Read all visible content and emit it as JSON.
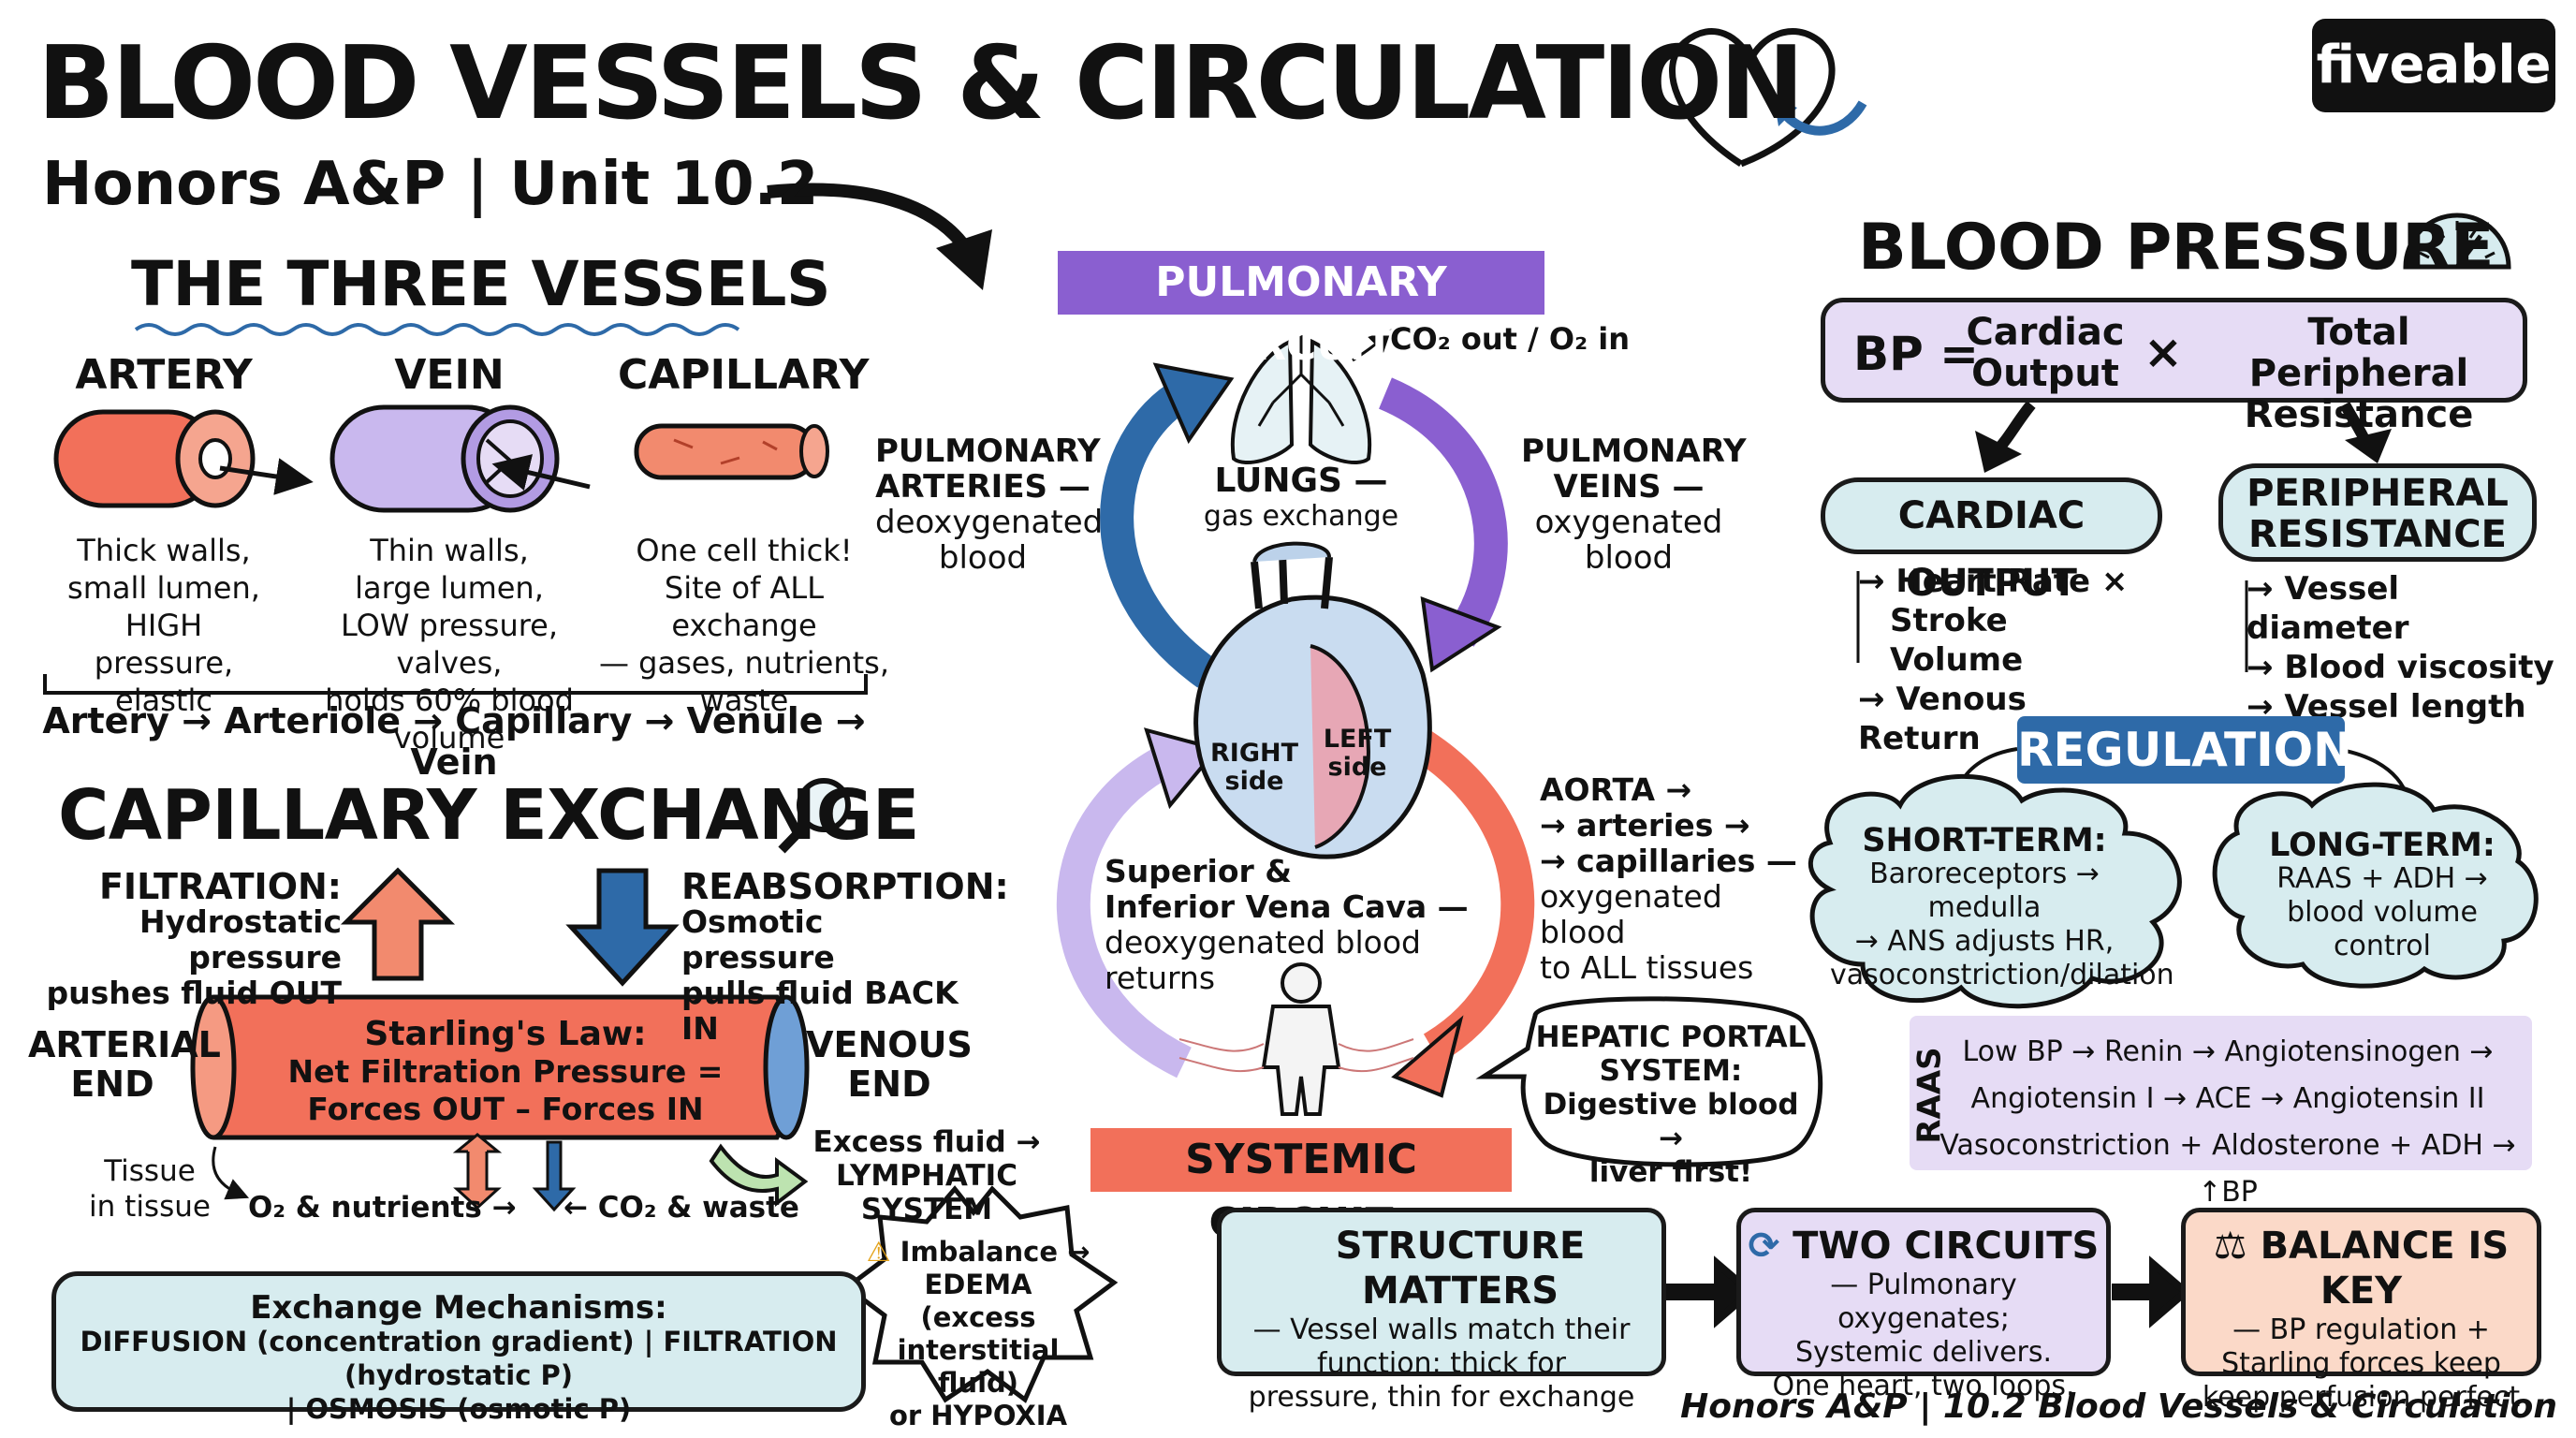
{
  "header": {
    "title": "BLOOD VESSELS & CIRCULATION",
    "subtitle": "Honors A&P | Unit 10.2",
    "brand": "fiveable"
  },
  "three_vessels": {
    "heading": "THE THREE VESSELS",
    "artery": {
      "label": "ARTERY",
      "desc": [
        "Thick walls,",
        "small lumen,",
        "HIGH pressure,",
        "elastic"
      ]
    },
    "vein": {
      "label": "VEIN",
      "desc": [
        "Thin walls,",
        "large lumen,",
        "LOW pressure, valves,",
        "holds 60% blood volume"
      ]
    },
    "capillary": {
      "label": "CAPILLARY",
      "desc": [
        "One cell thick!",
        "Site of ALL exchange",
        "— gases, nutrients,",
        "waste"
      ]
    },
    "flow": "Artery → Arteriole → Capillary → Venule → Vein"
  },
  "capillary_exchange": {
    "heading": "CAPILLARY EXCHANGE",
    "filtration": [
      "FILTRATION:",
      "Hydrostatic pressure",
      "pushes fluid OUT"
    ],
    "reabsorption": [
      "REABSORPTION:",
      "Osmotic pressure",
      "pulls fluid BACK IN"
    ],
    "arterial_end": [
      "ARTERIAL",
      "END"
    ],
    "venous_end": [
      "VENOUS",
      "END"
    ],
    "starling": [
      "Starling's Law:",
      "Net Filtration Pressure =",
      "Forces OUT – Forces IN"
    ],
    "tissue": [
      "Tissue",
      "in tissue"
    ],
    "o2": "O₂ & nutrients →",
    "co2": "← CO₂ & waste",
    "lymph": [
      "Excess fluid →",
      "LYMPHATIC SYSTEM"
    ],
    "mechanisms": [
      "Exchange Mechanisms:",
      "DIFFUSION (concentration gradient) | FILTRATION (hydrostatic P)",
      "| OSMOSIS (osmotic P)"
    ],
    "imbalance": [
      "Imbalance →",
      "EDEMA (excess",
      "interstitial fluid)",
      "or HYPOXIA"
    ],
    "warning_glyph": "⚠"
  },
  "circulation": {
    "pulmonary_label": "PULMONARY CIRCUIT",
    "systemic_label": "SYSTEMIC CIRCUIT",
    "gas": "CO₂ out / O₂ in",
    "lungs": [
      "LUNGS —",
      "gas exchange"
    ],
    "pulm_arteries": [
      "PULMONARY",
      "ARTERIES —",
      "deoxygenated",
      "blood"
    ],
    "pulm_veins": [
      "PULMONARY",
      "VEINS —",
      "oxygenated",
      "blood"
    ],
    "right_side": [
      "RIGHT",
      "side"
    ],
    "left_side": [
      "LEFT",
      "side"
    ],
    "vena_cava": [
      "Superior &",
      "Inferior Vena Cava —",
      "deoxygenated blood returns"
    ],
    "aorta": [
      "AORTA →",
      "→ arteries →",
      "→ capillaries —",
      "oxygenated blood",
      "to ALL tissues"
    ],
    "hepatic": [
      "HEPATIC PORTAL",
      "SYSTEM:",
      "Digestive blood →",
      "liver first!"
    ]
  },
  "blood_pressure": {
    "heading": "BLOOD PRESSURE",
    "bp": "BP =",
    "co": [
      "Cardiac",
      "Output"
    ],
    "times": "×",
    "tpr": [
      "Total Peripheral",
      "Resistance"
    ],
    "cardiac_output": {
      "label": "CARDIAC OUTPUT",
      "items": [
        "→ Heart Rate ×",
        "Stroke Volume",
        "→ Venous Return"
      ]
    },
    "peripheral": {
      "label": [
        "PERIPHERAL",
        "RESISTANCE"
      ],
      "items": [
        "→ Vessel diameter",
        "→ Blood viscosity",
        "→ Vessel length"
      ]
    }
  },
  "regulation": {
    "heading": "REGULATION",
    "short": [
      "SHORT-TERM:",
      "Baroreceptors → medulla",
      "→ ANS adjusts HR,",
      "vasoconstriction/dilation"
    ],
    "long": [
      "LONG-TERM:",
      "RAAS + ADH →",
      "blood volume control"
    ],
    "raas_label": "RAAS",
    "raas": [
      "Low BP → Renin → Angiotensinogen →",
      "Angiotensin I → ACE → Angiotensin II",
      "Vasoconstriction + Aldosterone + ADH → ↑BP"
    ]
  },
  "summary": {
    "structure": {
      "title": "STRUCTURE MATTERS",
      "text": [
        "— Vessel walls match their",
        "function: thick for",
        "pressure, thin for exchange"
      ]
    },
    "circuits": {
      "title": "TWO CIRCUITS",
      "text": [
        "— Pulmonary oxygenates;",
        "Systemic delivers.",
        "One heart, two loops."
      ]
    },
    "balance": {
      "title": "BALANCE IS KEY",
      "text": [
        "— BP regulation +",
        "Starling forces keep",
        "keep perfusion perfect"
      ]
    },
    "glyph_circuits": "⟳",
    "glyph_balance": "⚖"
  },
  "footer": "Honors A&P | 10.2 Blood Vessels & Circulation",
  "colors": {
    "artery": "#f2705a",
    "vein": "#c9b8ee",
    "capillary": "#f28a6e",
    "blue": "#2e6aa8",
    "purple": "#8a5fd0",
    "teal_box": "#d7ecef",
    "lavender_box": "#e6dcf5",
    "peach_box": "#fbd9c8"
  }
}
